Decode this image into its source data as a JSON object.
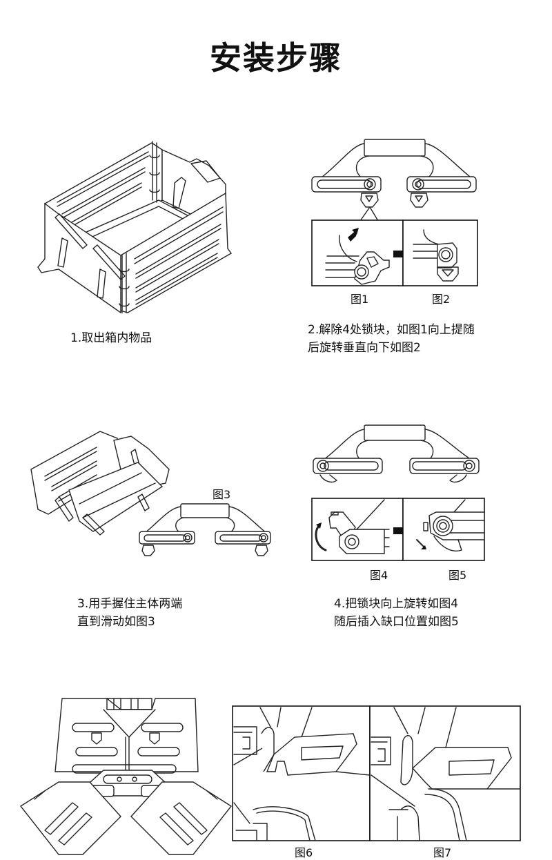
{
  "page": {
    "title": "安装步骤"
  },
  "steps": [
    {
      "caption_lines": [
        "1.取出箱内物品"
      ],
      "figures": []
    },
    {
      "caption_lines": [
        "2.解除4处锁块，如图1向上提随",
        "后旋转垂直向下如图2"
      ],
      "figures": [
        "图1",
        "图2"
      ]
    },
    {
      "caption_lines": [
        "3.用手握住主体两端",
        "直到滑动如图3"
      ],
      "figures": [
        "图3"
      ]
    },
    {
      "caption_lines": [
        "4.把锁块向上旋转如图4",
        "随后插入缺口位置如图5"
      ],
      "figures": [
        "图4",
        "图5"
      ]
    },
    {
      "caption_lines": [],
      "figures": [
        "图6",
        "图7"
      ]
    }
  ],
  "colors": {
    "line": "#222222",
    "background": "#ffffff"
  }
}
